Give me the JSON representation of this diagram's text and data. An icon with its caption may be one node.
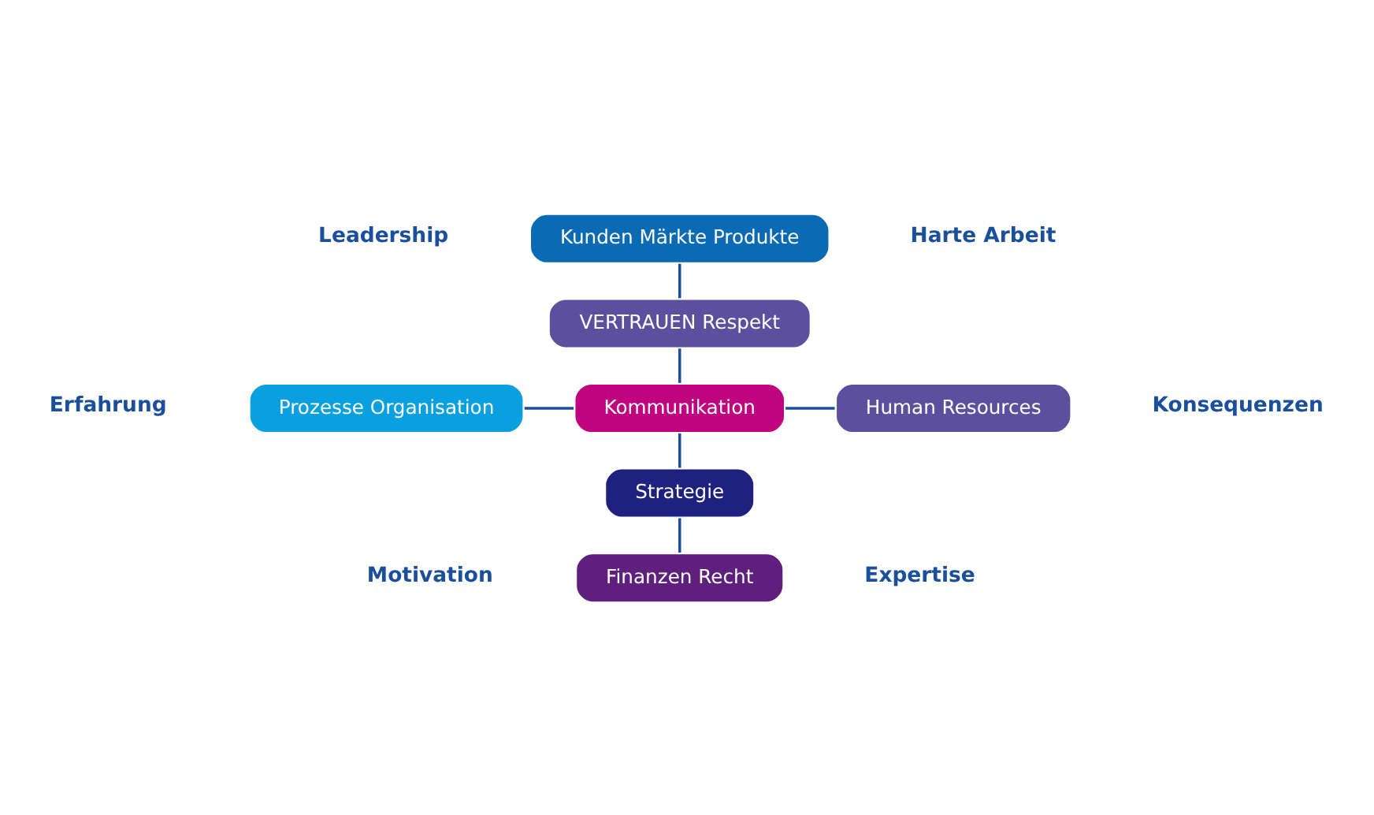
{
  "diagram": {
    "nodes": [
      {
        "text": [
          "Kunden Märkte Produkte"
        ]
      },
      {
        "text": [
          "VERTRAUEN Respekt"
        ]
      },
      {
        "text": [
          "Prozesse Organisation"
        ]
      },
      {
        "text": [
          "Kommunikation"
        ]
      },
      {
        "text": [
          "Human Resources"
        ]
      },
      {
        "text": [
          "Strategie"
        ]
      },
      {
        "text": [
          "Finanzen Recht"
        ]
      }
    ],
    "edges": [
      {
        "from": 0,
        "to": 1,
        "arrow": "none"
      },
      {
        "from": 1,
        "to": 3,
        "arrow": "none"
      },
      {
        "from": 2,
        "to": 3,
        "arrow": "none"
      },
      {
        "from": 3,
        "to": 4,
        "arrow": "none"
      },
      {
        "from": 3,
        "to": 5,
        "arrow": "none"
      },
      {
        "from": 5,
        "to": 6,
        "arrow": "none"
      }
    ],
    "labels": [
      "Leadership",
      "Harte Arbeit",
      "Erfahrung",
      "Konsequenzen",
      "Motivation",
      "Expertise"
    ]
  }
}
